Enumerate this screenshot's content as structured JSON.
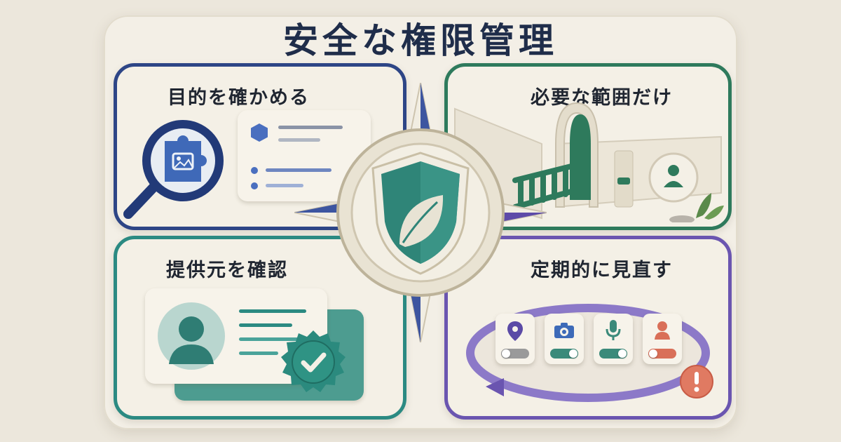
{
  "title": "安全な権限管理",
  "panels": {
    "purpose": {
      "label": "目的を確かめる",
      "icon": "magnifier-puzzle-icon"
    },
    "scope": {
      "label": "必要な範囲だけ",
      "icon": "gate-icon"
    },
    "provider": {
      "label": "提供元を確認",
      "icon": "verified-badge-icon"
    },
    "review": {
      "label": "定期的に見直す",
      "icon": "cycle-arrow-icon"
    }
  },
  "center": {
    "icon": "compass-shield-leaf-icon"
  },
  "review_tiles": [
    {
      "icon": "location-icon",
      "enabled": false,
      "color": "#5b4aa6"
    },
    {
      "icon": "camera-icon",
      "enabled": true,
      "color": "#3d6ab8"
    },
    {
      "icon": "microphone-icon",
      "enabled": true,
      "color": "#3b8a7a"
    },
    {
      "icon": "person-icon",
      "enabled": false,
      "color": "#d96f58"
    }
  ],
  "colors": {
    "navy": "#2d4586",
    "forest": "#2e7a5c",
    "teal": "#2b8a82",
    "purple": "#6a55b0",
    "coral": "#e07a62"
  }
}
